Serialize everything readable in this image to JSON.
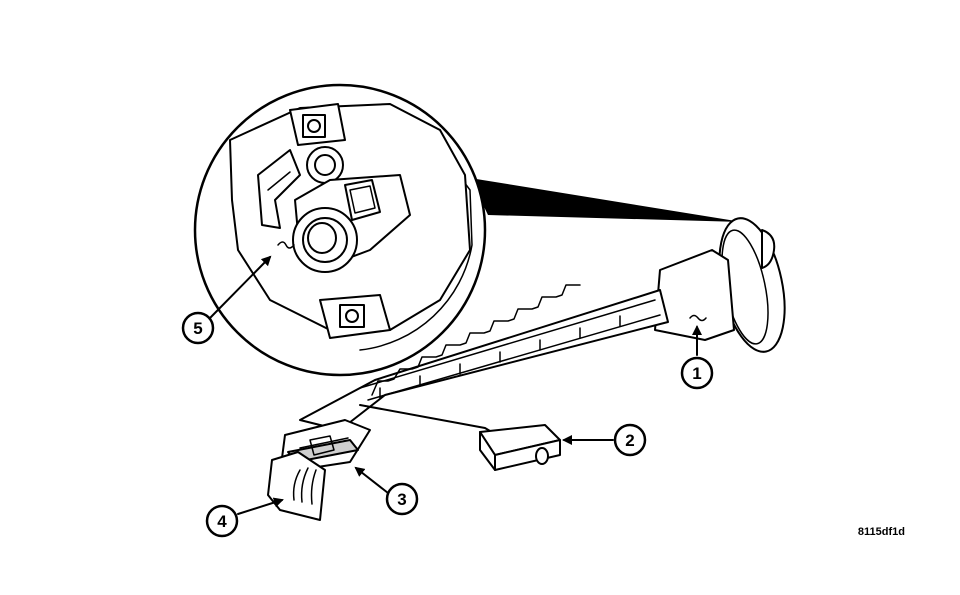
{
  "figure": {
    "code": "8115df1d",
    "background_color": "#ffffff",
    "line_color": "#000000"
  },
  "callouts": [
    {
      "id": "1",
      "label": "1"
    },
    {
      "id": "2",
      "label": "2"
    },
    {
      "id": "3",
      "label": "3"
    },
    {
      "id": "4",
      "label": "4"
    },
    {
      "id": "5",
      "label": "5"
    }
  ]
}
